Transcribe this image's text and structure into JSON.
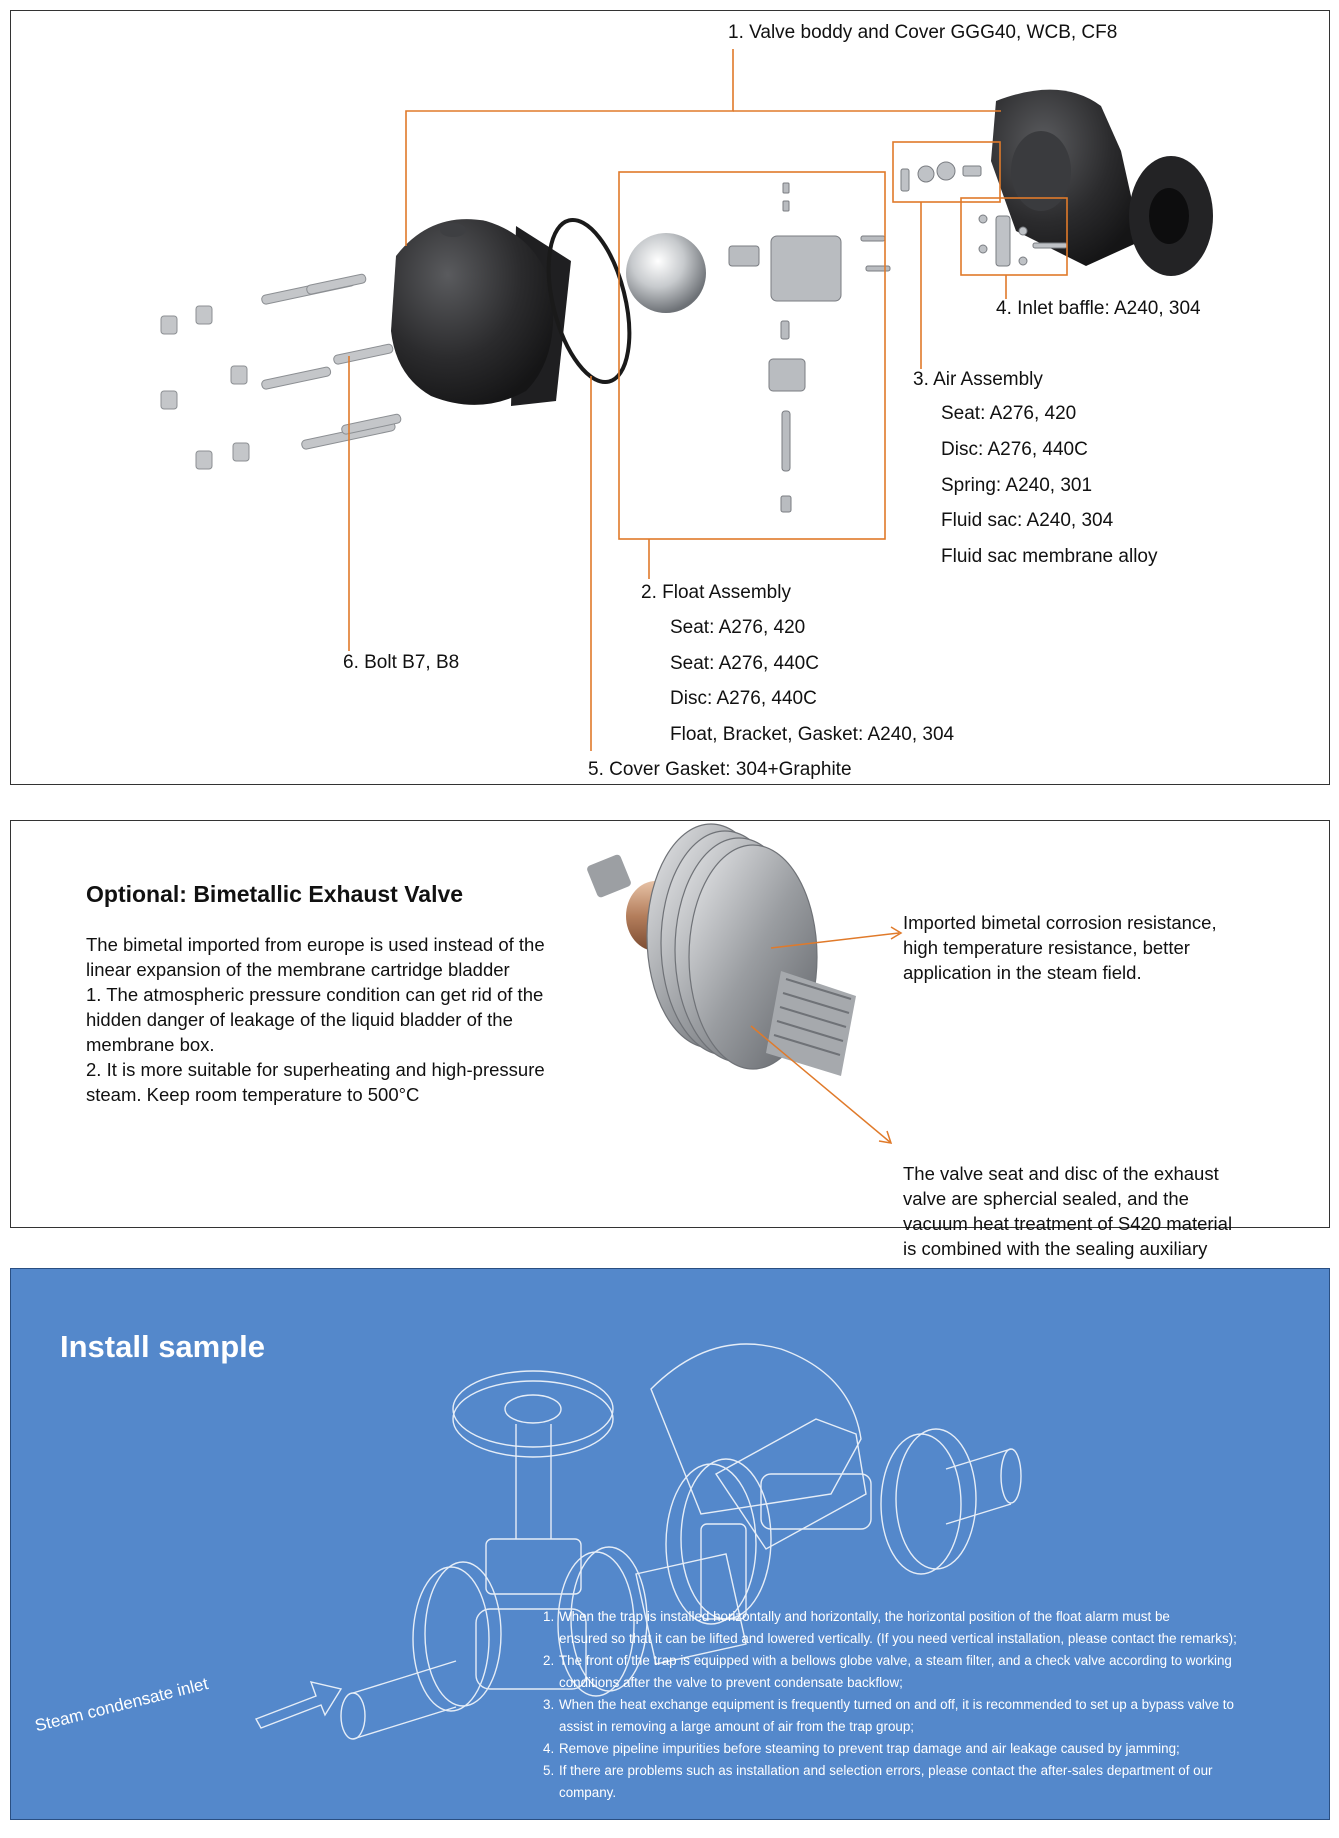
{
  "exploded_view": {
    "labels": {
      "body": "1.  Valve boddy and Cover GGG40, WCB, CF8",
      "float": "2.  Float Assembly",
      "air": "3.  Air Assembly",
      "baffle": "4.  Inlet baffle: A240, 304",
      "gasket": "5.  Cover Gasket: 304+Graphite",
      "bolt": "6.  Bolt B7, B8"
    },
    "air_assembly": [
      "Seat: A276, 420",
      "Disc: A276, 440C",
      "Spring: A240, 301",
      "Fluid sac: A240, 304",
      "Fluid sac membrane alloy"
    ],
    "float_assembly": [
      "Seat: A276, 420",
      "Seat: A276, 440C",
      "Disc: A276, 440C",
      "Float, Bracket, Gasket: A240, 304"
    ],
    "colors": {
      "leader": "#e07a2a",
      "body": "#2b2b2d",
      "steel": "#b9bcc0"
    }
  },
  "bimetal": {
    "heading": "Optional: Bimetallic Exhaust Valve",
    "intro": [
      "The bimetal imported from europe is used instead of the",
      "linear expansion of the membrane cartridge bladder"
    ],
    "points": [
      [
        "1.  The atmospheric pressure condition can get rid of the",
        "hidden danger of leakage of the liquid bladder of the",
        "membrane box."
      ],
      [
        "2.  It is more suitable for superheating and high-pressure",
        "steam. Keep room temperature to 500°C"
      ]
    ],
    "note_top": [
      "Imported bimetal corrosion resistance,",
      "high temperature resistance, better",
      "application in the steam field."
    ],
    "note_bottom": [
      "The valve seat and disc of the exhaust",
      "valve are sphercial sealed, and the",
      "vacuum heat treatment of S420 material",
      "is combined with the sealing auxiliary"
    ]
  },
  "install": {
    "title": "Install sample",
    "inlet_label": "Steam condensate inlet",
    "items": [
      {
        "num": "1.",
        "lines": [
          "When the trap is installed horizontally and horizontally, the horizontal position of the float alarm must be",
          "ensured so that it can be lifted and lowered vertically. (If you need vertical installation, please contact the remarks);"
        ]
      },
      {
        "num": "2.",
        "lines": [
          "The front of the trap is equipped with a bellows globe valve, a steam filter, and a check valve according to working",
          "conditions after the valve to prevent condensate backflow;"
        ]
      },
      {
        "num": "3.",
        "lines": [
          "When the heat exchange equipment is frequently turned on and off, it is recommended to set up a bypass valve to",
          "assist in removing a large amount of air from the trap group;"
        ]
      },
      {
        "num": "4.",
        "lines": [
          "Remove pipeline impurities before steaming to prevent trap damage and air leakage caused by jamming;"
        ]
      },
      {
        "num": "5.",
        "lines": [
          "If there are problems such as installation and selection errors, please contact the after-sales department of our",
          "company."
        ]
      }
    ],
    "colors": {
      "background": "#5488cb",
      "line": "#ffffff"
    }
  }
}
